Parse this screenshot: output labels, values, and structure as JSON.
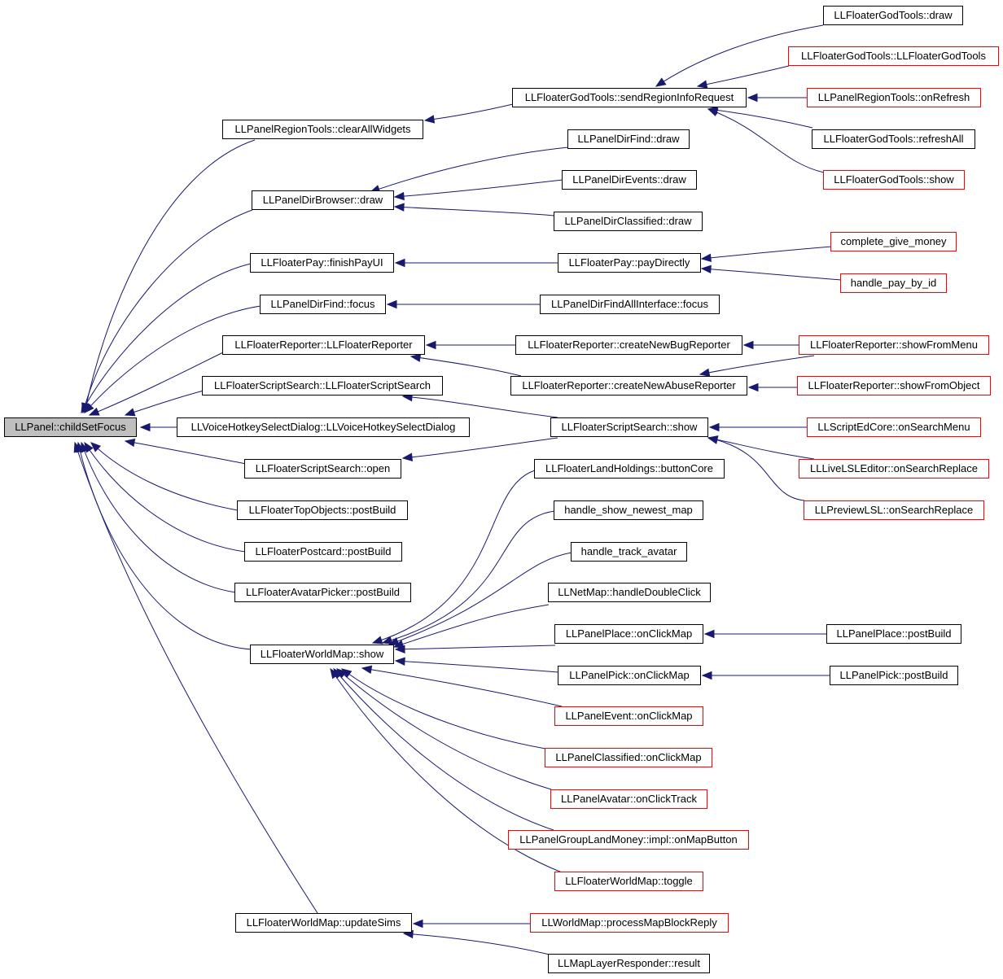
{
  "colors": {
    "edge": "#191970",
    "root_fill": "#bfbfbf",
    "normal_border": "#000000",
    "truncated_border": "#ff0000"
  },
  "nodes": {
    "root": "LLPanel::childSetFocus",
    "clearAllWidgets": "LLPanelRegionTools::clearAllWidgets",
    "dirBrowserDraw": "LLPanelDirBrowser::draw",
    "finishPayUI": "LLFloaterPay::finishPayUI",
    "dirFindFocus": "LLPanelDirFind::focus",
    "floaterReporter": "LLFloaterReporter::LLFloaterReporter",
    "scriptSearchCtor": "LLFloaterScriptSearch::LLFloaterScriptSearch",
    "voiceHotkey": "LLVoiceHotkeySelectDialog::LLVoiceHotkeySelectDialog",
    "scriptSearchOpen": "LLFloaterScriptSearch::open",
    "topObjectsPostBuild": "LLFloaterTopObjects::postBuild",
    "postcardPostBuild": "LLFloaterPostcard::postBuild",
    "avatarPickerPostBuild": "LLFloaterAvatarPicker::postBuild",
    "worldMapShow": "LLFloaterWorldMap::show",
    "updateSims": "LLFloaterWorldMap::updateSims",
    "sendRegionInfoRequest": "LLFloaterGodTools::sendRegionInfoRequest",
    "dirFindDraw": "LLPanelDirFind::draw",
    "dirEventsDraw": "LLPanelDirEvents::draw",
    "dirClassifiedDraw": "LLPanelDirClassified::draw",
    "payDirectly": "LLFloaterPay::payDirectly",
    "dirFindAllFocus": "LLPanelDirFindAllInterface::focus",
    "createNewBugReporter": "LLFloaterReporter::createNewBugReporter",
    "createNewAbuseReporter": "LLFloaterReporter::createNewAbuseReporter",
    "scriptSearchShow": "LLFloaterScriptSearch::show",
    "landHoldingsButtonCore": "LLFloaterLandHoldings::buttonCore",
    "handleShowNewestMap": "handle_show_newest_map",
    "handleTrackAvatar": "handle_track_avatar",
    "netMapDoubleClick": "LLNetMap::handleDoubleClick",
    "placeOnClickMap": "LLPanelPlace::onClickMap",
    "pickOnClickMap": "LLPanelPick::onClickMap",
    "eventOnClickMap": "LLPanelEvent::onClickMap",
    "classifiedOnClickMap": "LLPanelClassified::onClickMap",
    "avatarOnClickTrack": "LLPanelAvatar::onClickTrack",
    "groupLandMoney": "LLPanelGroupLandMoney::impl::onMapButton",
    "worldMapToggle": "LLFloaterWorldMap::toggle",
    "processMapBlockReply": "LLWorldMap::processMapBlockReply",
    "mapLayerResult": "LLMapLayerResponder::result",
    "godToolsDraw": "LLFloaterGodTools::draw",
    "godToolsCtor": "LLFloaterGodTools::LLFloaterGodTools",
    "regionToolsOnRefresh": "LLPanelRegionTools::onRefresh",
    "godToolsRefreshAll": "LLFloaterGodTools::refreshAll",
    "godToolsShow": "LLFloaterGodTools::show",
    "completeGiveMoney": "complete_give_money",
    "handlePayById": "handle_pay_by_id",
    "reporterShowFromMenu": "LLFloaterReporter::showFromMenu",
    "reporterShowFromObject": "LLFloaterReporter::showFromObject",
    "scriptEdOnSearchMenu": "LLScriptEdCore::onSearchMenu",
    "liveLSLOnSearchReplace": "LLLiveLSLEditor::onSearchReplace",
    "previewLSLOnSearchReplace": "LLPreviewLSL::onSearchReplace",
    "placePostBuild": "LLPanelPlace::postBuild",
    "pickPostBuild": "LLPanelPick::postBuild"
  }
}
